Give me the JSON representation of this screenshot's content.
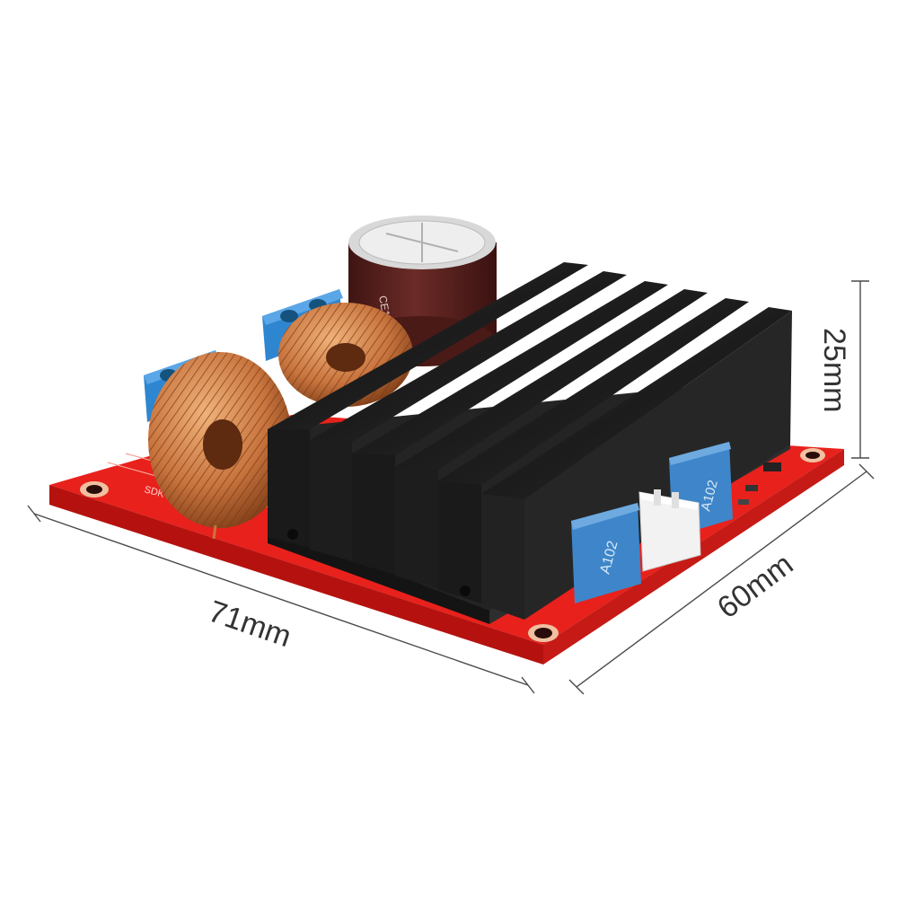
{
  "dimensions": {
    "length": "71mm",
    "width": "60mm",
    "height": "25mm"
  },
  "colors": {
    "pcb": "#e8211c",
    "pcb_dark": "#b5120f",
    "heatsink": "#222222",
    "copper": "#c8743e",
    "terminal_blue": "#2f86d0",
    "capacitor_blue": "#3e86c9",
    "electrolytic": "#5a2320",
    "connector_white": "#f2f2f2"
  },
  "markings": {
    "capacitor_a": "A102",
    "capacitor_b": "A102",
    "electrolytic": "CE105°C",
    "silkscreen": "SDK"
  }
}
